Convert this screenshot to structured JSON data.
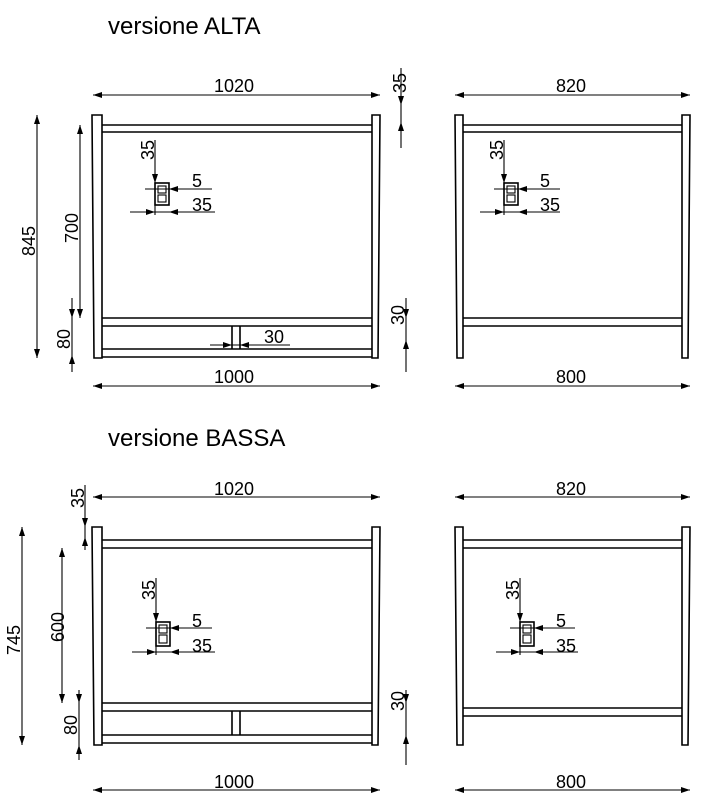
{
  "sections": [
    {
      "title": "versione ALTA",
      "front": {
        "width_top": "1020",
        "width_bottom": "1000",
        "height_total": "845",
        "height_body": "700",
        "height_base": "80",
        "top_offset": "35",
        "shelf_gap": "30",
        "detail_height": "35",
        "detail_gap": "5",
        "detail_width": "35",
        "center_gap": "30"
      },
      "side": {
        "width_top": "820",
        "width_bottom": "800",
        "detail_height": "35",
        "detail_gap": "5",
        "detail_width": "35"
      }
    },
    {
      "title": "versione BASSA",
      "front": {
        "width_top": "1020",
        "width_bottom": "1000",
        "height_total": "745",
        "height_body": "600",
        "height_base": "80",
        "top_offset": "35",
        "shelf_gap": "30",
        "detail_height": "35",
        "detail_gap": "5",
        "detail_width": "35"
      },
      "side": {
        "width_top": "820",
        "width_bottom": "800",
        "detail_height": "35",
        "detail_gap": "5",
        "detail_width": "35"
      }
    }
  ]
}
